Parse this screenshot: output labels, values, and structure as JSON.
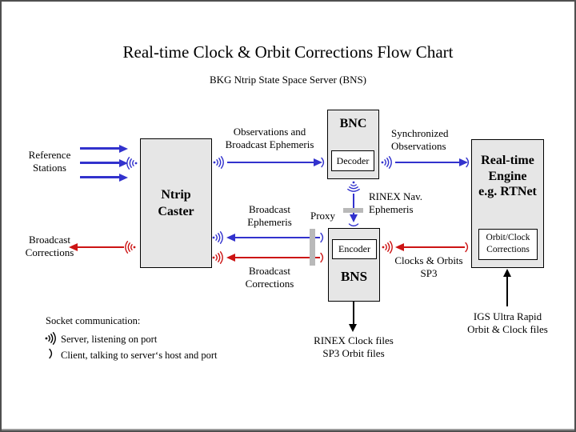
{
  "title": "Real-time Clock & Orbit Corrections Flow Chart",
  "subtitle": "BKG Ntrip State Space Server  (BNS)",
  "colors": {
    "blue": "#3232cd",
    "red": "#cc1414",
    "box_fill": "#e6e6e6",
    "proxy_bar": "#b9b9b9",
    "frame": "#4f4f4f"
  },
  "nodes": {
    "ntrip_caster": {
      "line1": "Ntrip",
      "line2": "Caster"
    },
    "bnc": {
      "title": "BNC",
      "sub": "Decoder"
    },
    "bns": {
      "title": "BNS",
      "sub": "Encoder"
    },
    "rtnet": {
      "line1": "Real-time",
      "line2": "Engine",
      "line3": "e.g. RTNet",
      "sub_line1": "Orbit/Clock",
      "sub_line2": "Corrections"
    }
  },
  "labels": {
    "reference_stations": [
      "Reference",
      "Stations"
    ],
    "broadcast_corrections_left": [
      "Broadcast",
      "Corrections"
    ],
    "observations_broadcast_ephemeris": [
      "Observations and",
      "Broadcast Ephemeris"
    ],
    "synchronized_observations": [
      "Synchronized",
      "Observations"
    ],
    "rinex_nav_ephemeris": [
      "RINEX Nav.",
      "Ephemeris"
    ],
    "proxy": "Proxy",
    "broadcast_ephemeris": [
      "Broadcast",
      "Ephemeris"
    ],
    "broadcast_corrections_mid": [
      "Broadcast",
      "Corrections"
    ],
    "clocks_orbits": [
      "Clocks & Orbits",
      "SP3"
    ],
    "rinex_clock_files": [
      "RINEX Clock files",
      "SP3 Orbit files"
    ],
    "igs_ultra_rapid": [
      "IGS Ultra Rapid",
      "Orbit & Clock files"
    ]
  },
  "legend": {
    "heading": "Socket communication:",
    "server": "Server, listening on port",
    "client": "Client, talking to server‘s host and port"
  }
}
